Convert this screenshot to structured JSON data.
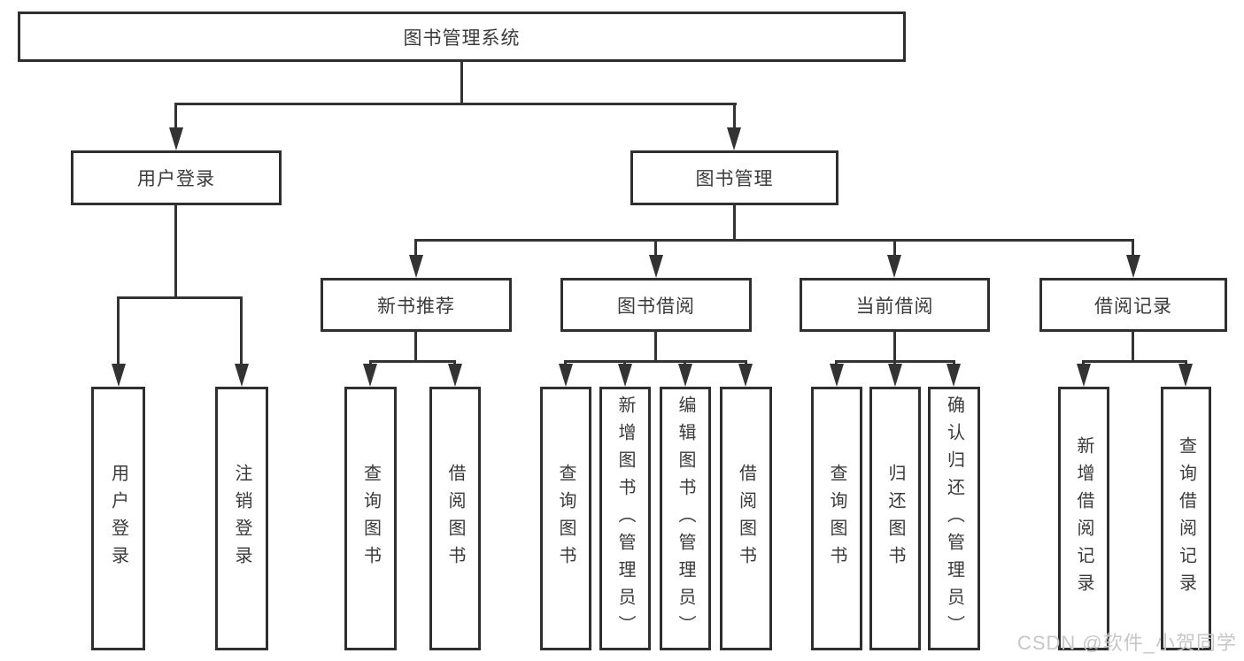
{
  "diagram": {
    "type": "tree",
    "line_color": "#333333",
    "box_border_color": "#2f2f2f",
    "text_color": "#3a3a3a",
    "tree": {
      "label": "图书管理系统",
      "children": [
        {
          "label": "用户登录",
          "children": [
            {
              "label": "用户登录"
            },
            {
              "label": "注销登录"
            }
          ]
        },
        {
          "label": "图书管理",
          "children": [
            {
              "label": "新书推荐",
              "children": [
                {
                  "label": "查询图书"
                },
                {
                  "label": "借阅图书"
                }
              ]
            },
            {
              "label": "图书借阅",
              "children": [
                {
                  "label": "查询图书"
                },
                {
                  "label": "新增图书（管理员）"
                },
                {
                  "label": "编辑图书（管理员）"
                },
                {
                  "label": "借阅图书"
                }
              ]
            },
            {
              "label": "当前借阅",
              "children": [
                {
                  "label": "查询图书"
                },
                {
                  "label": "归还图书"
                },
                {
                  "label": "确认归还（管理员）"
                }
              ]
            },
            {
              "label": "借阅记录",
              "children": [
                {
                  "label": "新增借阅记录"
                },
                {
                  "label": "查询借阅记录"
                }
              ]
            }
          ]
        }
      ]
    }
  },
  "watermark": {
    "text": "CSDN @软件_小贺同学",
    "color": "#c7c7c7"
  }
}
